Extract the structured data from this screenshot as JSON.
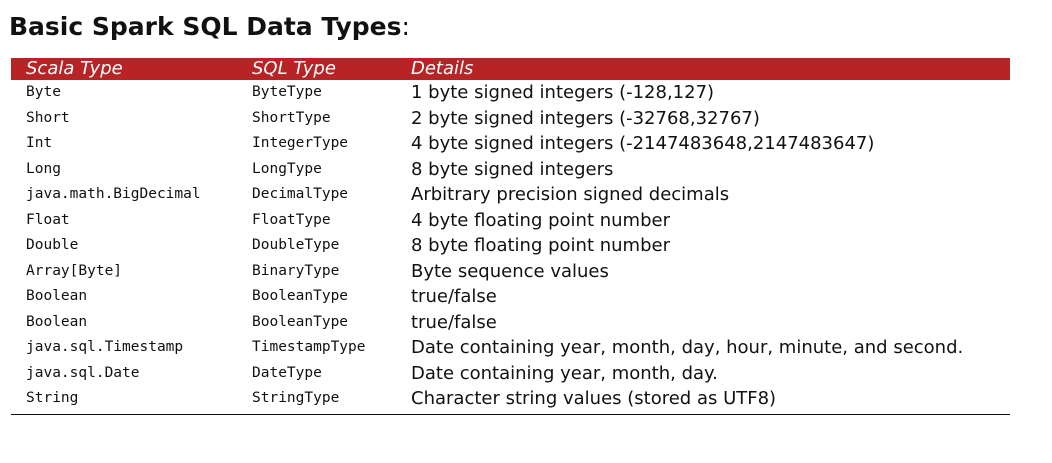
{
  "title": {
    "main": "Basic Spark SQL Data Types",
    "suffix": ":"
  },
  "table": {
    "headers": {
      "scala": "Scala Type",
      "sql": "SQL Type",
      "details": "Details"
    },
    "rows": [
      {
        "scala": "Byte",
        "sql": "ByteType",
        "details": "1 byte signed integers (-128,127)"
      },
      {
        "scala": "Short",
        "sql": "ShortType",
        "details": "2 byte signed integers (-32768,32767)"
      },
      {
        "scala": "Int",
        "sql": "IntegerType",
        "details": "4 byte signed integers (-2147483648,2147483647)"
      },
      {
        "scala": "Long",
        "sql": "LongType",
        "details": "8 byte signed integers"
      },
      {
        "scala": "java.math.BigDecimal",
        "sql": "DecimalType",
        "details": "Arbitrary precision signed decimals"
      },
      {
        "scala": "Float",
        "sql": "FloatType",
        "details": "4 byte floating point number"
      },
      {
        "scala": "Double",
        "sql": "DoubleType",
        "details": "8 byte floating point number"
      },
      {
        "scala": "Array[Byte]",
        "sql": "BinaryType",
        "details": "Byte sequence values"
      },
      {
        "scala": "Boolean",
        "sql": "BooleanType",
        "details": "true/false"
      },
      {
        "scala": "Boolean",
        "sql": "BooleanType",
        "details": "true/false"
      },
      {
        "scala": "java.sql.Timestamp",
        "sql": "TimestampType",
        "details": "Date containing year, month, day, hour, minute, and second."
      },
      {
        "scala": "java.sql.Date",
        "sql": "DateType",
        "details": "Date containing year, month, day."
      },
      {
        "scala": "String",
        "sql": "StringType",
        "details": "Character string values (stored as UTF8)"
      }
    ]
  },
  "colors": {
    "header_background": "#b82325",
    "header_text": "#ffffff",
    "body_text": "#111111"
  }
}
